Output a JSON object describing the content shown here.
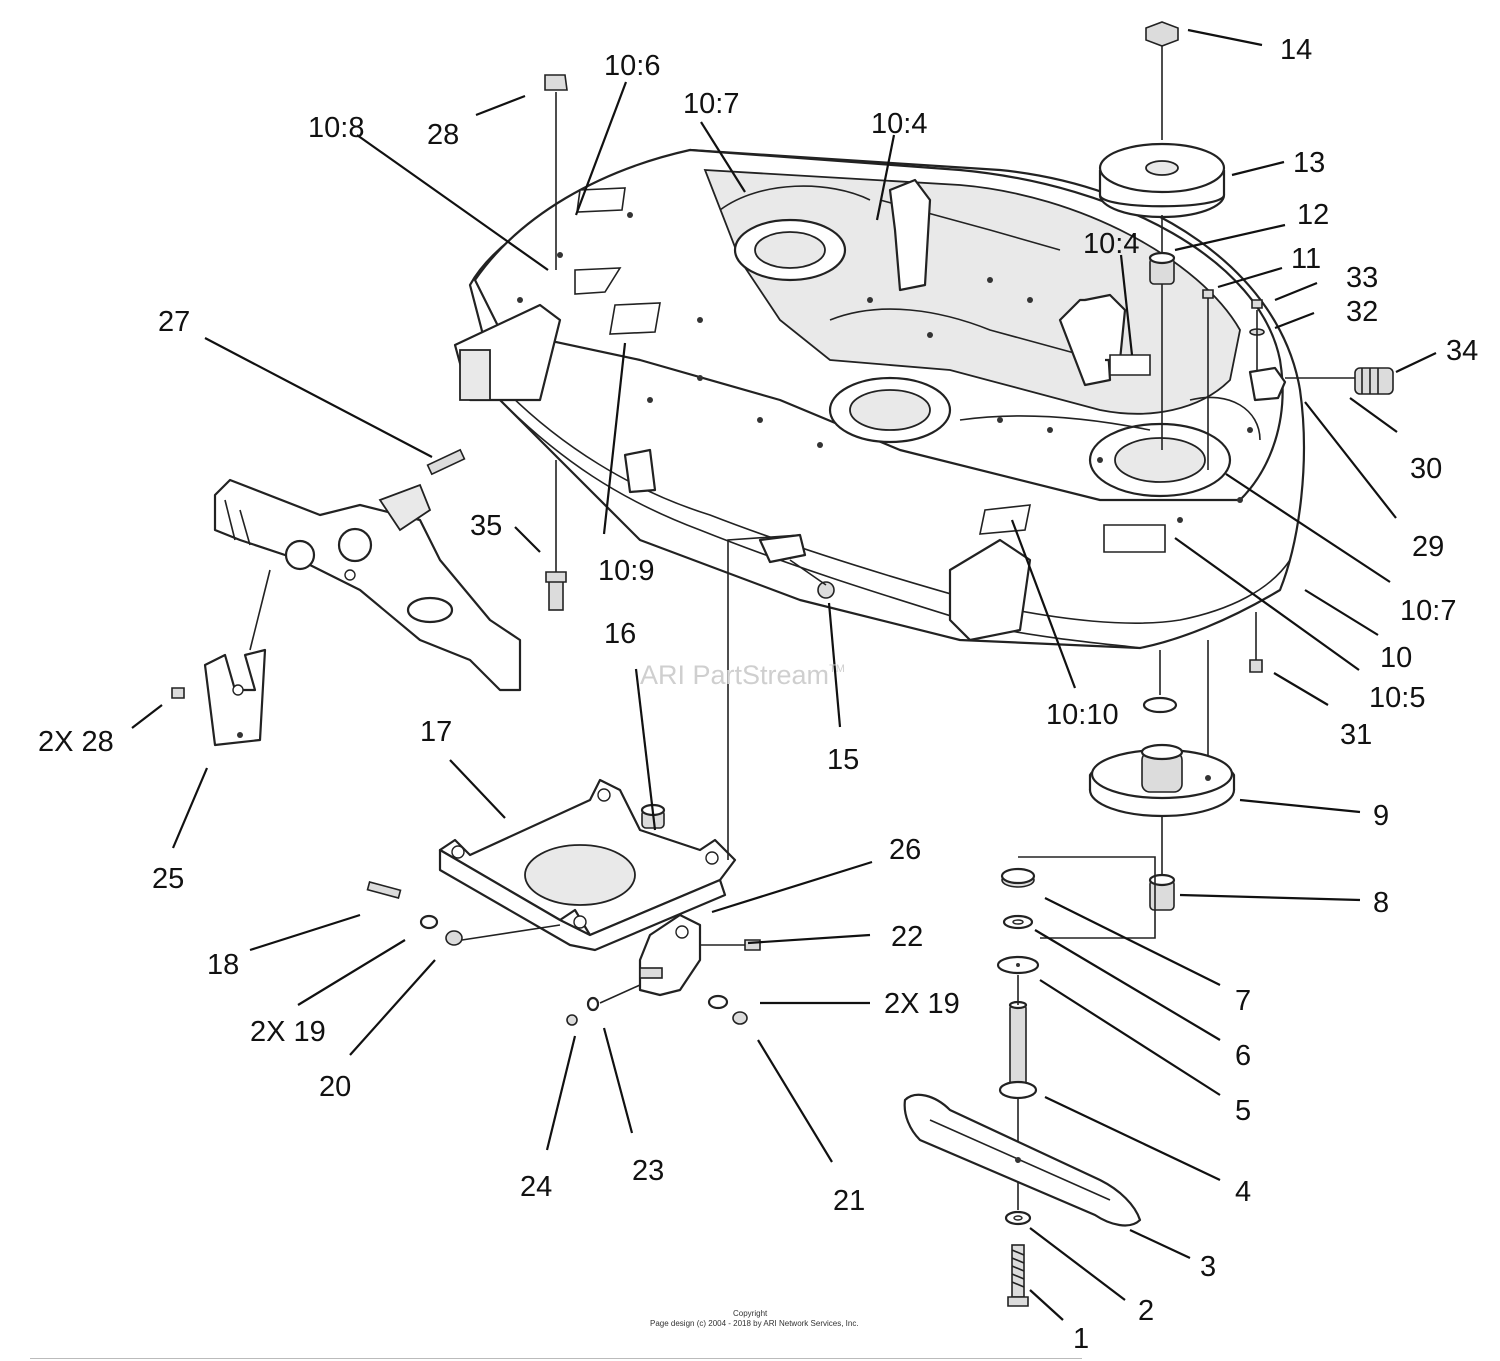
{
  "watermark": {
    "brand": "ARI PartStream",
    "mark": "TM"
  },
  "copyright": {
    "line1": "Copyright",
    "line2": "Page design (c) 2004 - 2018 by ARI Network Services, Inc."
  },
  "callouts": {
    "c1": "1",
    "c2": "2",
    "c3": "3",
    "c4": "4",
    "c5": "5",
    "c6": "6",
    "c7": "7",
    "c8": "8",
    "c9": "9",
    "c10": "10",
    "c11": "11",
    "c12": "12",
    "c13": "13",
    "c14": "14",
    "c15": "15",
    "c16": "16",
    "c17": "17",
    "c18": "18",
    "c19a": "2X 19",
    "c19b": "2X 19",
    "c20": "20",
    "c21": "21",
    "c22": "22",
    "c23": "23",
    "c24": "24",
    "c25": "25",
    "c26": "26",
    "c27": "27",
    "c28a": "28",
    "c28b": "2X 28",
    "c29": "29",
    "c30": "30",
    "c31": "31",
    "c32": "32",
    "c33": "33",
    "c34": "34",
    "c35": "35",
    "c10_4a": "10:4",
    "c10_4b": "10:4",
    "c10_5": "10:5",
    "c10_6": "10:6",
    "c10_7a": "10:7",
    "c10_7b": "10:7",
    "c10_8": "10:8",
    "c10_9": "10:9",
    "c10_10": "10:10"
  }
}
